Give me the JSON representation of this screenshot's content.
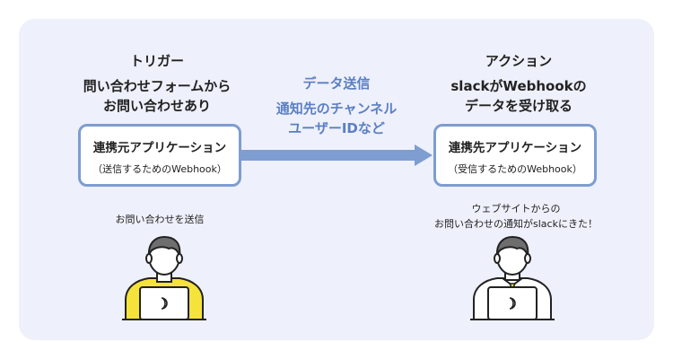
{
  "trigger": {
    "title": "トリガー",
    "line1": "問い合わせフォームから",
    "line2": "お問い合わせあり"
  },
  "action": {
    "title": "アクション",
    "line1": "slackがWebhookの",
    "line2": "データを受け取る"
  },
  "arrow": {
    "line1": "データ送信",
    "line2": "通知先のチャンネル",
    "line3": "ユーザーIDなど"
  },
  "source_box": {
    "main": "連携元アプリケーション",
    "sub": "（送信するためのWebhook）"
  },
  "target_box": {
    "main": "連携先アプリケーション",
    "sub": "（受信するためのWebhook）"
  },
  "left_note": "お問い合わせを送信",
  "right_note": {
    "line1": "ウェブサイトからの",
    "line2": "お問い合わせの通知がslackにきた！"
  },
  "colors": {
    "panel": "#eef0fb",
    "box_border": "#7e9dd0",
    "arrow": "#7e9dd0",
    "arrow_text": "#5b7fc3",
    "shirt_left": "#f5e23a",
    "hair": "#6e6e6e"
  },
  "icons": [
    "user-yellow-shirt-icon",
    "user-white-shirt-tie-icon",
    "laptop-icon"
  ]
}
